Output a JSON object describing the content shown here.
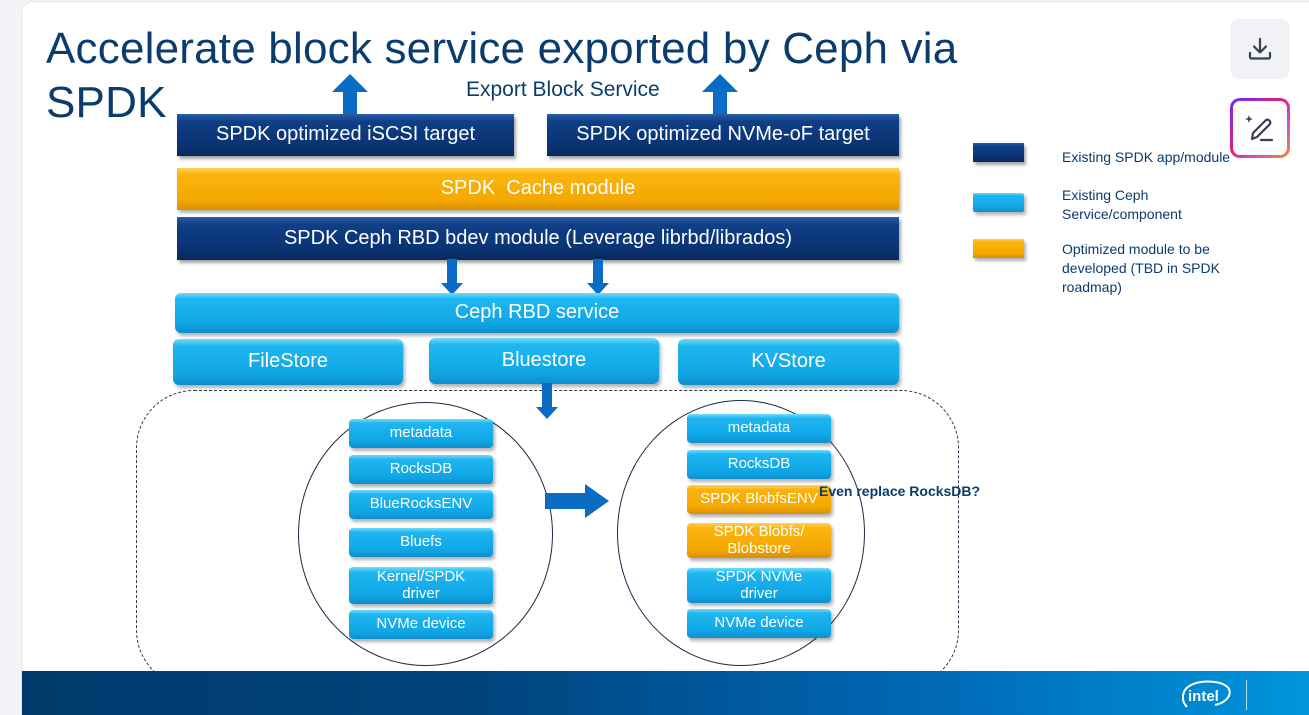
{
  "slide": {
    "title": "Accelerate block service exported by Ceph via SPDK",
    "export_label": "Export Block Service",
    "top_targets": [
      {
        "label": "SPDK optimized iSCSI target",
        "category": "existing-spdk"
      },
      {
        "label": "SPDK optimized NVMe-oF target",
        "category": "existing-spdk"
      }
    ],
    "cache_module": {
      "label": "SPDK  Cache module",
      "category": "optimized-tbd"
    },
    "rbd_bdev_module": {
      "label": "SPDK Ceph RBD bdev module (Leverage librbd/librados)",
      "category": "existing-spdk"
    },
    "rbd_service": {
      "label": "Ceph RBD service",
      "category": "existing-ceph"
    },
    "stores": [
      {
        "label": "FileStore"
      },
      {
        "label": "Bluestore"
      },
      {
        "label": "KVStore"
      }
    ],
    "current_stack": [
      {
        "label": "metadata",
        "category": "existing-ceph"
      },
      {
        "label": "RocksDB",
        "category": "existing-ceph"
      },
      {
        "label": "BlueRocksENV",
        "category": "existing-ceph"
      },
      {
        "label": "Bluefs",
        "category": "existing-ceph"
      },
      {
        "label": "Kernel/SPDK driver",
        "category": "existing-ceph"
      },
      {
        "label": "NVMe device",
        "category": "existing-ceph"
      }
    ],
    "optimized_stack": [
      {
        "label": "metadata",
        "category": "existing-ceph"
      },
      {
        "label": "RocksDB",
        "category": "existing-ceph"
      },
      {
        "label": "SPDK BlobfsENV",
        "category": "optimized-tbd"
      },
      {
        "label": "SPDK Blobfs/ Blobstore",
        "category": "optimized-tbd"
      },
      {
        "label": "SPDK NVMe driver",
        "category": "existing-ceph"
      },
      {
        "label": "NVMe device",
        "category": "existing-ceph"
      }
    ],
    "note": "Even replace RocksDB?",
    "legend": [
      {
        "label": "Existing SPDK app/module",
        "color": "#0b3474"
      },
      {
        "label": "Existing Ceph Service/component",
        "color": "#10a6e6"
      },
      {
        "label": "Optimized module to be developed (TBD in SPDK roadmap)",
        "color": "#f5a800"
      }
    ],
    "colors": {
      "title": "#0a3c6e",
      "arrow": "#0a6cc4",
      "spdk_dark": "#0b3474",
      "ceph_cyan": "#10a6e6",
      "optimized_orange": "#f5a800"
    },
    "footer_logo": "intel"
  },
  "toolbar": {
    "download_icon": "download-icon",
    "edit_icon": "ai-edit-pen-icon"
  }
}
